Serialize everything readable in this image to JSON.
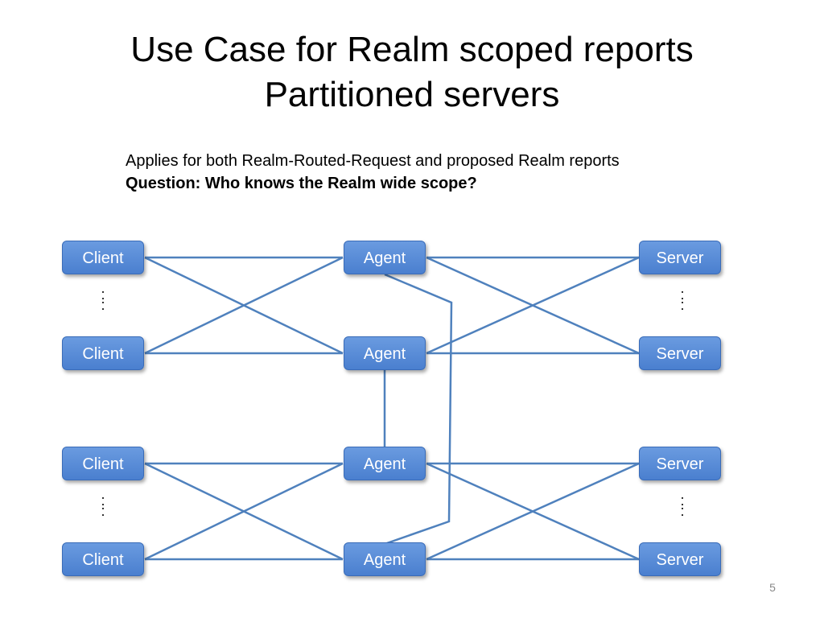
{
  "title": {
    "line1": "Use Case for Realm scoped reports",
    "line2": "Partitioned servers"
  },
  "subtitle": {
    "line1": "Applies for both Realm-Routed-Request and proposed Realm reports",
    "line2": "Question: Who knows the Realm wide scope?"
  },
  "nodes": {
    "clients": [
      "Client",
      "Client",
      "Client",
      "Client"
    ],
    "agents": [
      "Agent",
      "Agent",
      "Agent",
      "Agent"
    ],
    "servers": [
      "Server",
      "Server",
      "Server",
      "Server"
    ]
  },
  "ellipsis": ":",
  "slide_number": "5",
  "colors": {
    "node_fill": "#5a8ed8",
    "connector": "#4f81bd",
    "text": "#000000"
  }
}
